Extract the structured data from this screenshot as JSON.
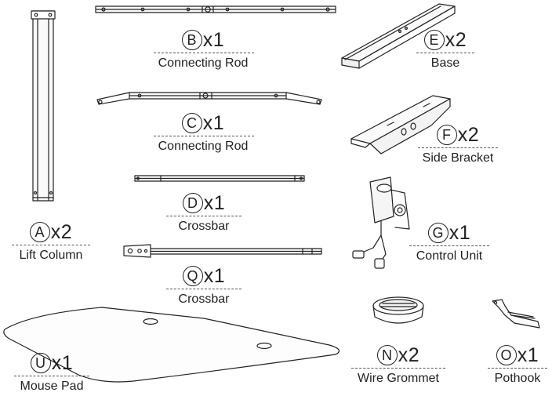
{
  "parts": [
    {
      "letter": "A",
      "qty": "x2",
      "name": "Lift Column",
      "icon": "lift-column"
    },
    {
      "letter": "B",
      "qty": "x1",
      "name": "Connecting Rod",
      "icon": "connecting-rod-straight"
    },
    {
      "letter": "C",
      "qty": "x1",
      "name": "Connecting Rod",
      "icon": "connecting-rod-angled"
    },
    {
      "letter": "D",
      "qty": "x1",
      "name": "Crossbar",
      "icon": "crossbar"
    },
    {
      "letter": "Q",
      "qty": "x1",
      "name": "Crossbar",
      "icon": "crossbar-with-bracket"
    },
    {
      "letter": "E",
      "qty": "x2",
      "name": "Base",
      "icon": "base-foot"
    },
    {
      "letter": "F",
      "qty": "x2",
      "name": "Side Bracket",
      "icon": "side-bracket"
    },
    {
      "letter": "G",
      "qty": "x1",
      "name": "Control Unit",
      "icon": "control-unit"
    },
    {
      "letter": "N",
      "qty": "x2",
      "name": "Wire Grommet",
      "icon": "wire-grommet"
    },
    {
      "letter": "O",
      "qty": "x1",
      "name": "Pothook",
      "icon": "pothook"
    },
    {
      "letter": "U",
      "qty": "x1",
      "name": "Mouse Pad",
      "icon": "mouse-pad"
    }
  ]
}
